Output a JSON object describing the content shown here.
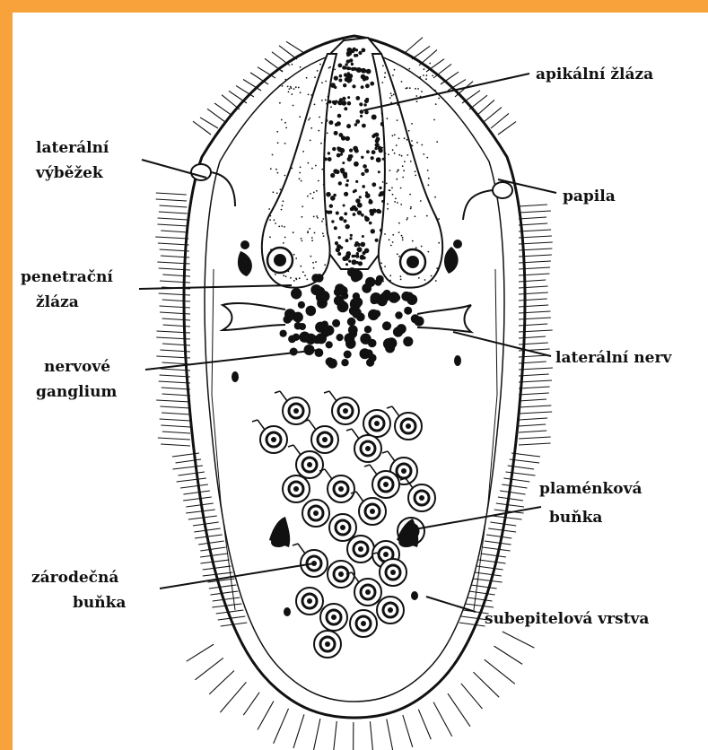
{
  "labels": {
    "apikalni_zlaza": "apikální žláza",
    "lateralni_vybezek_1": "laterální",
    "lateralni_vybezek_2": "výběžek",
    "papila": "papila",
    "penetracni_zlaza_1": "penetrační",
    "penetracni_zlaza_2": "žláza",
    "nervove_ganglium_1": "nervové",
    "nervove_ganglium_2": "ganglium",
    "lateralni_nerv": "laterální nerv",
    "plamenkova_bunka_1": "plaménková",
    "plamenkova_bunka_2": "buňka",
    "zarodecna_bunka_1": "zárodečná",
    "zarodecna_bunka_2": "buňka",
    "subepitelova_vrstva": "subepitelová vrstva"
  },
  "colors": {
    "frame_top": "#f7a23a",
    "frame_left": "#f7a23a",
    "ink": "#111111",
    "paper": "#ffffff"
  }
}
